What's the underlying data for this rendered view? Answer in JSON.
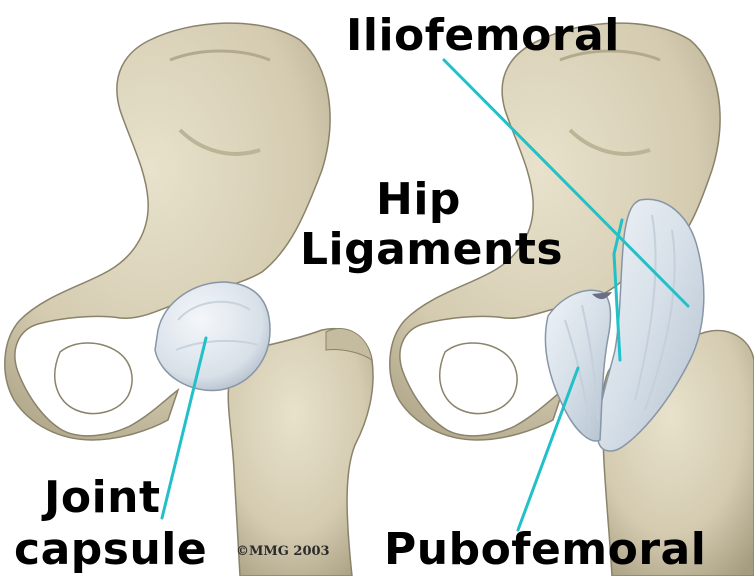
{
  "labels": {
    "iliofemoral": "Iliofemoral",
    "hip": "Hip",
    "ligaments": "Ligaments",
    "joint": "Joint",
    "capsule": "capsule",
    "pubofemoral": "Pubofemoral"
  },
  "copyright": "©MMG 2003",
  "colors": {
    "bone": "#d9d1b8",
    "bone_shade": "#a89f82",
    "ligament": "#dde6ee",
    "ligament_shade": "#aebccb",
    "leader_line": "#22c0c8",
    "text": "#000000"
  }
}
